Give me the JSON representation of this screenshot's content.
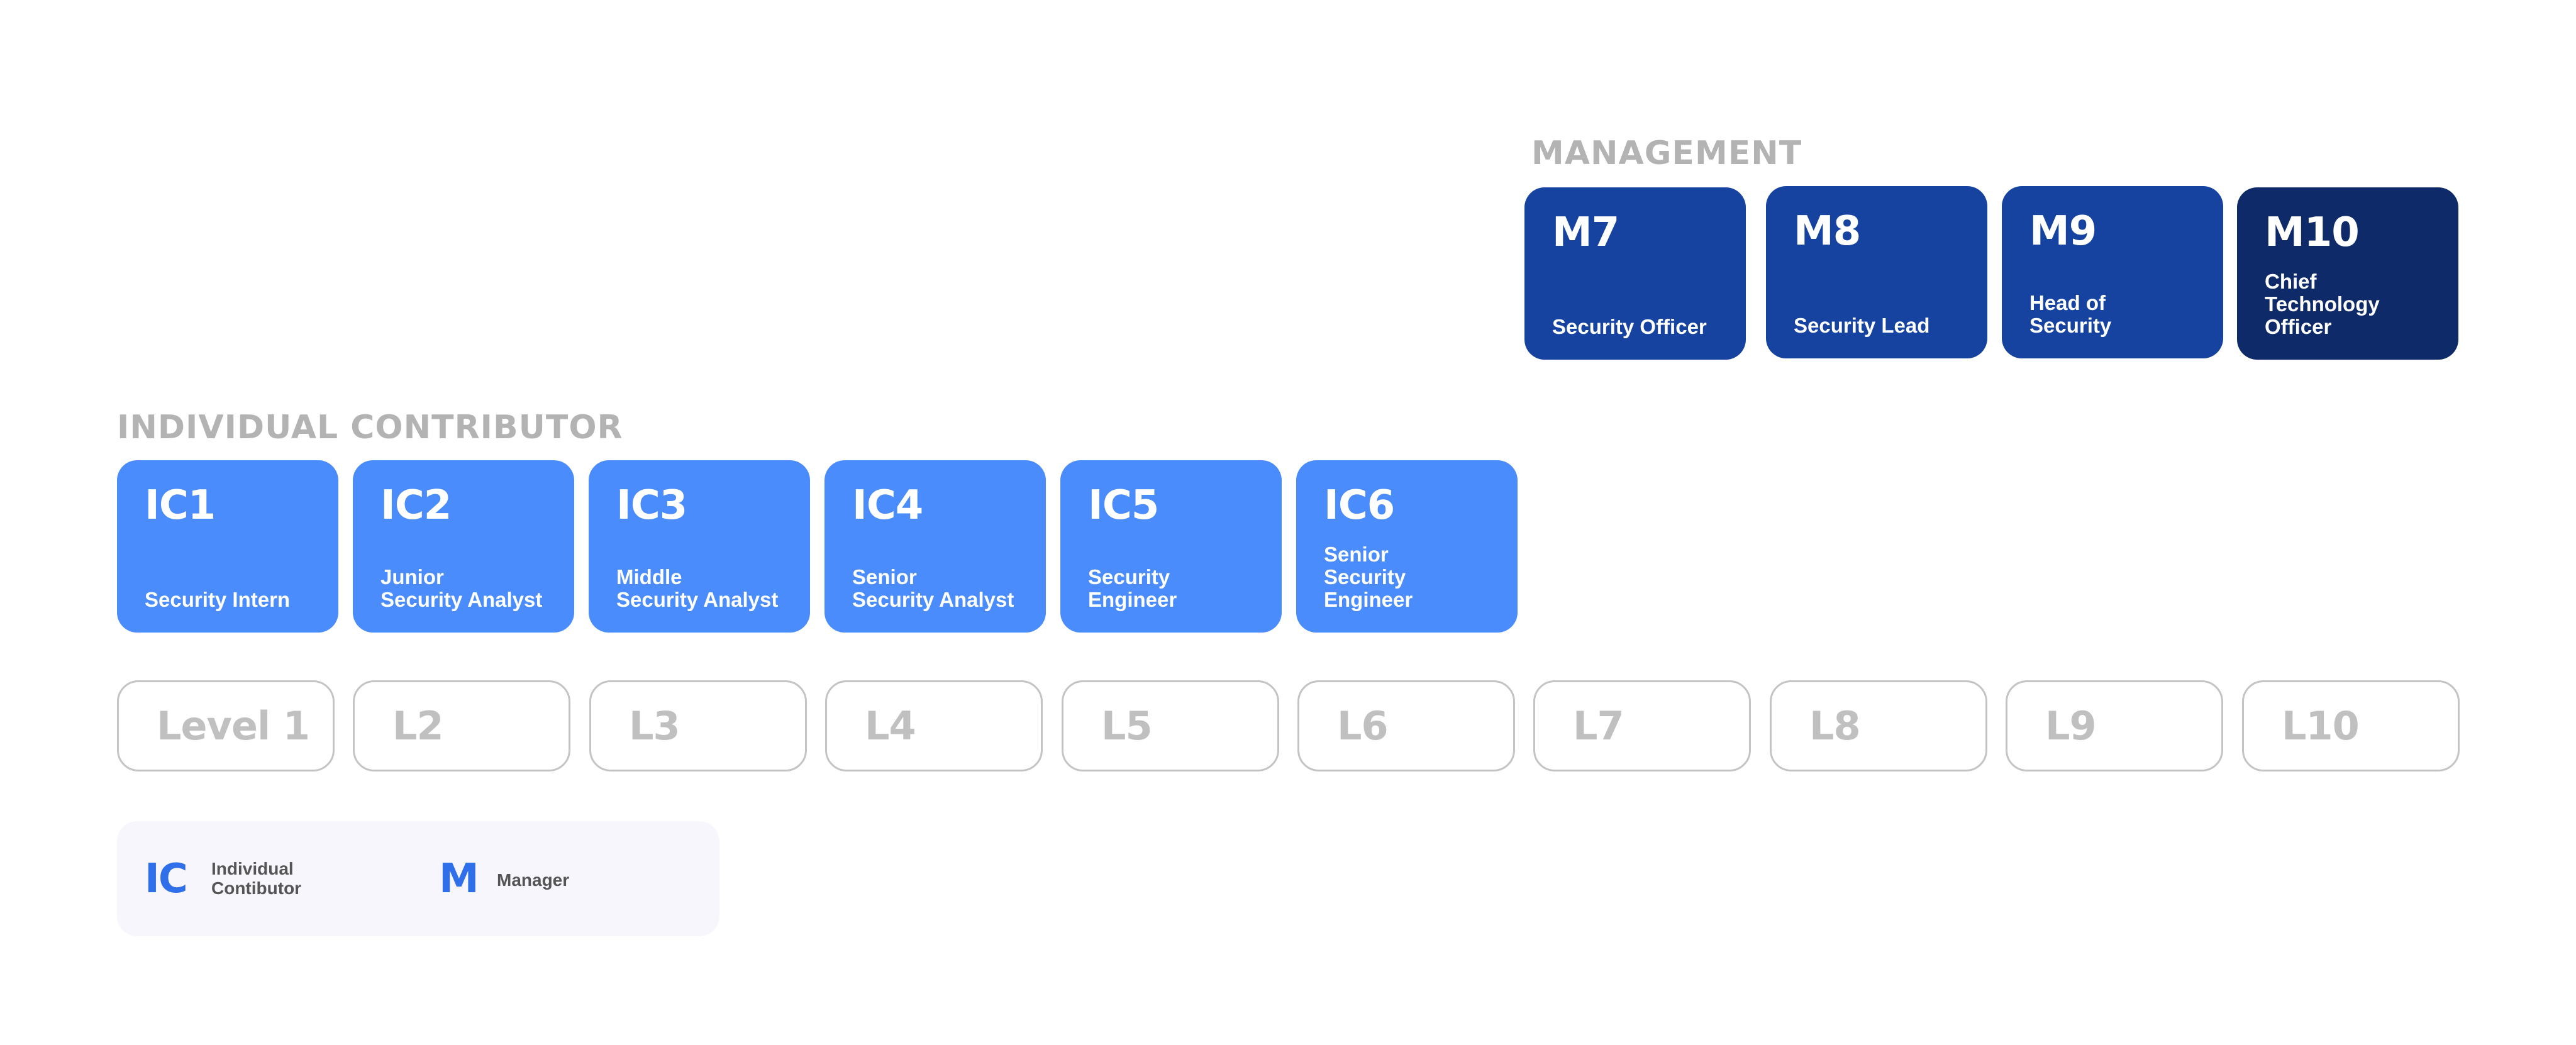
{
  "management": {
    "heading": "MANAGEMENT",
    "cards": [
      {
        "code": "M7",
        "title": "Security Officer"
      },
      {
        "code": "M8",
        "title": "Security Lead"
      },
      {
        "code": "M9",
        "title": "Head of\nSecurity"
      },
      {
        "code": "M10",
        "title": "Chief\nTechnology\nOfficer"
      }
    ]
  },
  "individual_contributor": {
    "heading": "INDIVIDUAL CONTRIBUTOR",
    "cards": [
      {
        "code": "IC1",
        "title": "Security Intern"
      },
      {
        "code": "IC2",
        "title": "Junior\nSecurity Analyst"
      },
      {
        "code": "IC3",
        "title": "Middle\nSecurity Analyst"
      },
      {
        "code": "IC4",
        "title": "Senior\nSecurity Analyst"
      },
      {
        "code": "IC5",
        "title": "Security\nEngineer"
      },
      {
        "code": "IC6",
        "title": "Senior\nSecurity\nEngineer"
      }
    ]
  },
  "levels": [
    "Level 1",
    "L2",
    "L3",
    "L4",
    "L5",
    "L6",
    "L7",
    "L8",
    "L9",
    "L10"
  ],
  "legend": {
    "ic": {
      "abbr": "IC",
      "label": "Individual\nContibutor"
    },
    "m": {
      "abbr": "M",
      "label": "Manager"
    }
  },
  "colors": {
    "ic_card": "#4a8cfb",
    "m_card": "#1643a0",
    "m_card_top": "#0f2a68",
    "legend_accent": "#2f6fea",
    "heading_gray": "#b3b3b3"
  }
}
